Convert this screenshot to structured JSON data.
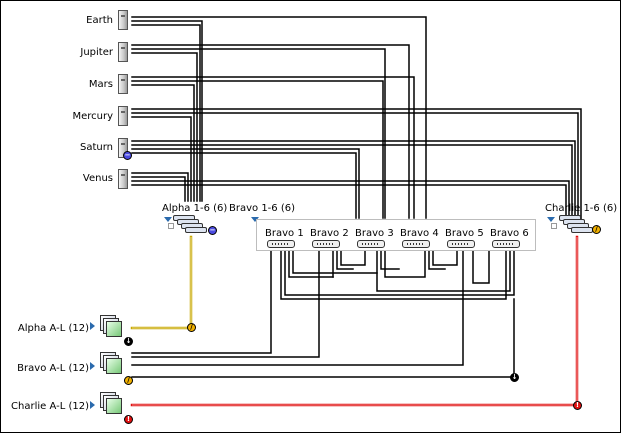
{
  "hosts": [
    {
      "name": "Earth",
      "status": ""
    },
    {
      "name": "Jupiter",
      "status": ""
    },
    {
      "name": "Mars",
      "status": ""
    },
    {
      "name": "Mercury",
      "status": ""
    },
    {
      "name": "Saturn",
      "status": "minus"
    },
    {
      "name": "Venus",
      "status": ""
    }
  ],
  "switch_groups": [
    {
      "label": "Alpha 1-6 (6)",
      "status": "minus"
    },
    {
      "label": "Bravo 1-6 (6)",
      "status": ""
    },
    {
      "label": "Charlie 1-6 (6)",
      "status": "warning"
    }
  ],
  "bravo_switches": [
    "Bravo 1",
    "Bravo 2",
    "Bravo 3",
    "Bravo 4",
    "Bravo 5",
    "Bravo 6"
  ],
  "storage_groups": [
    {
      "label": "Alpha A-L (12)",
      "status": "down",
      "link_color": "#c8a800"
    },
    {
      "label": "Bravo A-L (12)",
      "status": "warning",
      "link_color": "#000000"
    },
    {
      "label": "Charlie A-L (12)",
      "status": "error",
      "link_color": "#e01010"
    }
  ],
  "colors": {
    "normal_link": "#000000",
    "warning_link": "#c8a800",
    "error_link": "#e01010",
    "expand_arrow": "#2a6aad"
  },
  "icons": {
    "host": "server-icon",
    "switch": "switch-stack-icon",
    "storage": "storage-stack-icon",
    "port": "port-icon"
  }
}
